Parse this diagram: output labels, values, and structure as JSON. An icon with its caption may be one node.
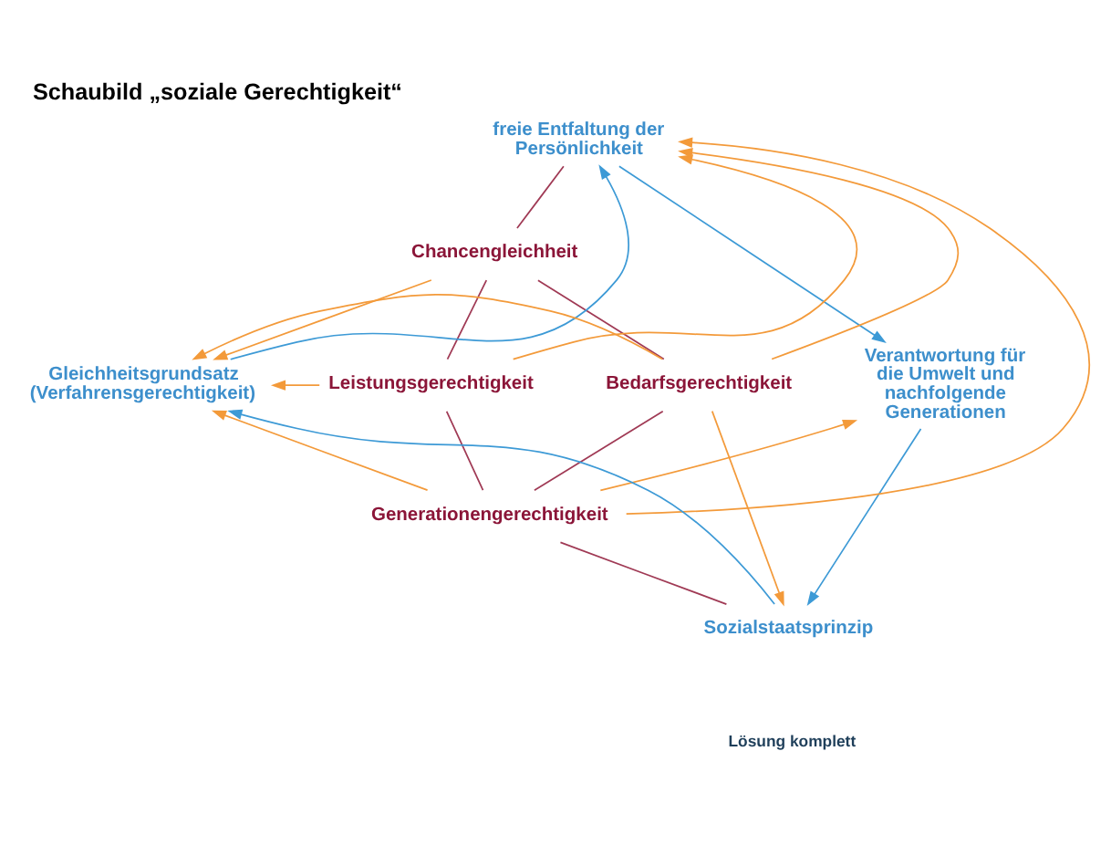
{
  "diagram": {
    "title": "Schaubild „soziale Gerechtigkeit“",
    "nodes": [
      {
        "text": [
          "freie Entfaltung der Persönlichkeit"
        ]
      },
      {
        "text": [
          "Chancengleichheit"
        ]
      },
      {
        "text": [
          "Verantwortung für die Umwelt und nachfolgende Generationen"
        ]
      },
      {
        "text": [
          "Gleichheitsgrundsatz (Verfahrensgerechtigkeit)"
        ]
      },
      {
        "text": [
          "Leistungsgerechtigkeit"
        ]
      },
      {
        "text": [
          "Bedarfsgerechtigkeit"
        ]
      },
      {
        "text": [
          "Generationengerechtigkeit"
        ]
      },
      {
        "text": [
          "Sozialstaatsprinzip"
        ]
      }
    ],
    "edges": [
      {
        "from": 0,
        "to": 2,
        "arrow": "to",
        "color": "#3d9ad6"
      },
      {
        "from": 2,
        "to": 7,
        "arrow": "to",
        "color": "#3d9ad6"
      },
      {
        "from": 7,
        "to": 3,
        "arrow": "to",
        "color": "#3d9ad6"
      },
      {
        "from": 3,
        "to": 0,
        "arrow": "to",
        "color": "#3d9ad6"
      },
      {
        "from": 0,
        "to": 1,
        "arrow": "none",
        "color": "#a03a55"
      },
      {
        "from": 1,
        "to": 4,
        "arrow": "none",
        "color": "#a03a55"
      },
      {
        "from": 1,
        "to": 5,
        "arrow": "none",
        "color": "#a03a55"
      },
      {
        "from": 4,
        "to": 6,
        "arrow": "none",
        "color": "#a03a55"
      },
      {
        "from": 5,
        "to": 6,
        "arrow": "none",
        "color": "#a03a55"
      },
      {
        "from": 6,
        "to": 7,
        "arrow": "none",
        "color": "#a03a55"
      },
      {
        "from": 1,
        "to": 3,
        "arrow": "to"
      },
      {
        "from": 4,
        "to": 0,
        "arrow": "to"
      },
      {
        "from": 4,
        "to": 3,
        "arrow": "to"
      },
      {
        "from": 5,
        "to": 0,
        "arrow": "to"
      },
      {
        "from": 5,
        "to": 3,
        "arrow": "to"
      },
      {
        "from": 5,
        "to": 7,
        "arrow": "to"
      },
      {
        "from": 6,
        "to": 0,
        "arrow": "to"
      },
      {
        "from": 6,
        "to": 3,
        "arrow": "to"
      },
      {
        "from": 6,
        "to": 2,
        "arrow": "to"
      }
    ],
    "labels": [
      "Lösung komplett"
    ]
  }
}
